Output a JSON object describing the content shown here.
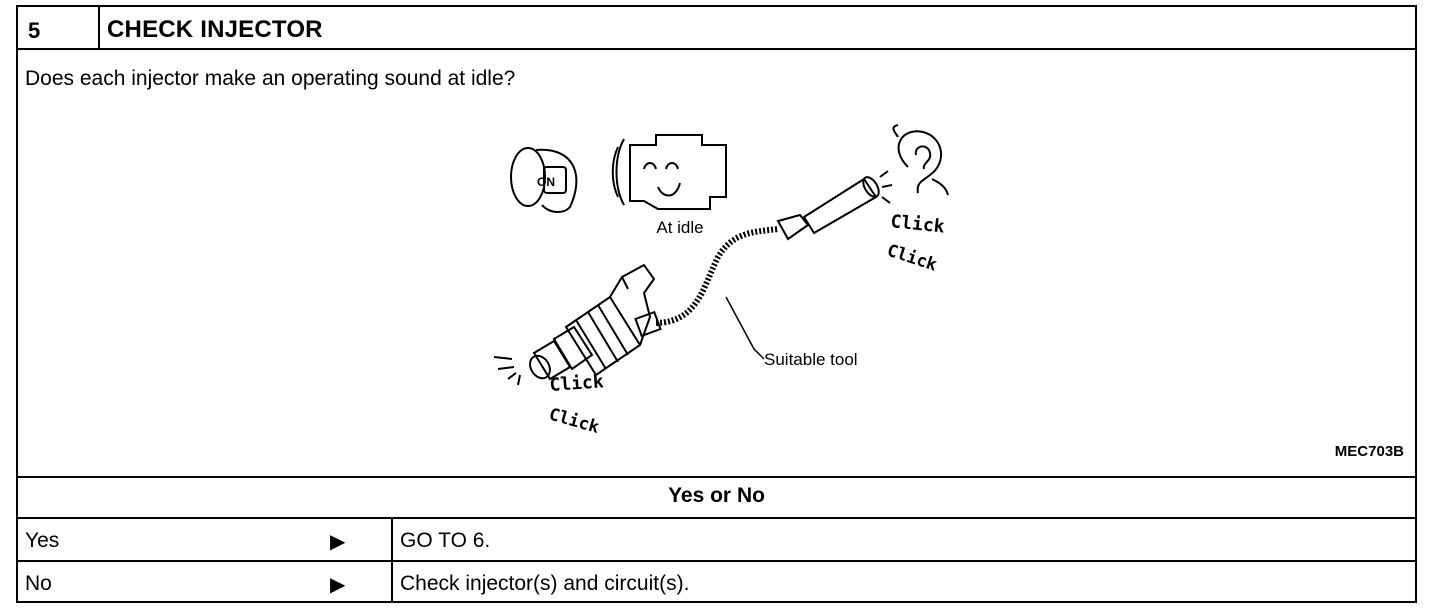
{
  "step": {
    "number": "5",
    "title": "CHECK INJECTOR",
    "question": "Does each injector make an operating sound at idle?"
  },
  "figure": {
    "key_label": "ON",
    "engine_label": "At idle",
    "tool_label": "Suitable tool",
    "sound_1": "Click",
    "sound_2": "Click",
    "sound_3": "Click",
    "sound_4": "Click",
    "code": "MEC703B"
  },
  "answer_header": "Yes or No",
  "answers": [
    {
      "label": "Yes",
      "arrow": "▶",
      "action": "GO TO 6."
    },
    {
      "label": "No",
      "arrow": "▶",
      "action": "Check injector(s) and circuit(s)."
    }
  ]
}
